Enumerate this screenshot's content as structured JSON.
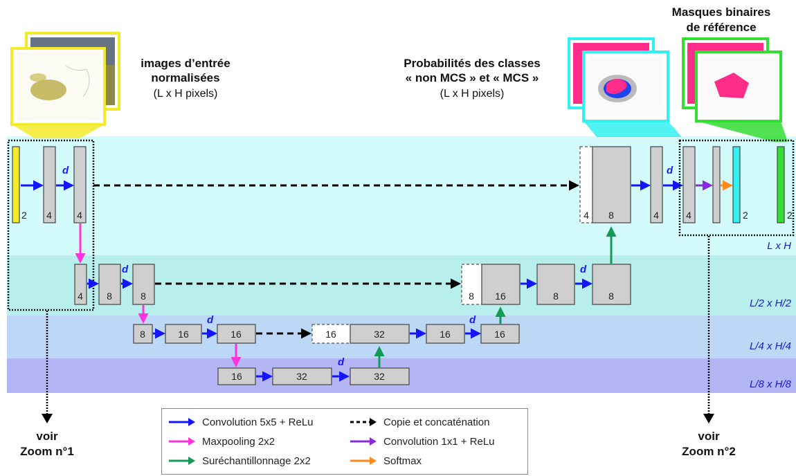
{
  "labels": {
    "input_title": [
      "images d’entrée",
      "normalisées"
    ],
    "input_sub": "(L x H pixels)",
    "prob_title": [
      "Probabilités des classes",
      "« non MCS » et « MCS »"
    ],
    "prob_sub": "(L x H pixels)",
    "mask_title": [
      "Masques binaires",
      "de référence"
    ],
    "zoom1": [
      "voir",
      "Zoom n°1"
    ],
    "zoom2": [
      "voir",
      "Zoom n°2"
    ],
    "dropout": "d"
  },
  "resolutions": [
    "L x H",
    "L/2 x H/2",
    "L/4 x H/4",
    "L/8 x H/8"
  ],
  "channels": {
    "level1": [
      "2",
      "4",
      "4",
      "4",
      "8",
      "4",
      "4",
      "2",
      "2"
    ],
    "level2": [
      "4",
      "8",
      "8",
      "8",
      "16",
      "8",
      "8"
    ],
    "level3": [
      "8",
      "16",
      "16",
      "16",
      "32",
      "16",
      "16"
    ],
    "level4": [
      "16",
      "32",
      "32"
    ]
  },
  "legend": [
    {
      "label": "Convolution 5x5 + ReLu",
      "color": "#1414ff",
      "style": "solid"
    },
    {
      "label": "Maxpooling 2x2",
      "color": "#ff33dd",
      "style": "solid"
    },
    {
      "label": "Suréchantillonnage 2x2",
      "color": "#159a55",
      "style": "solid"
    },
    {
      "label": "Copie et concaténation",
      "color": "#000000",
      "style": "dashed"
    },
    {
      "label": "Convolution 1x1 + ReLu",
      "color": "#8a2be2",
      "style": "solid"
    },
    {
      "label": "Softmax",
      "color": "#ff8c1a",
      "style": "solid"
    }
  ],
  "colors": {
    "band1": "#d4fbfb",
    "band2": "#b8eeec",
    "band3": "#bdd7f7",
    "band4": "#b3b5f5",
    "input_frame": "#f2ea2a",
    "prob_frame": "#33f0f0",
    "mask_frame": "#33dd33",
    "mcs_pink": "#ff2d8a"
  }
}
